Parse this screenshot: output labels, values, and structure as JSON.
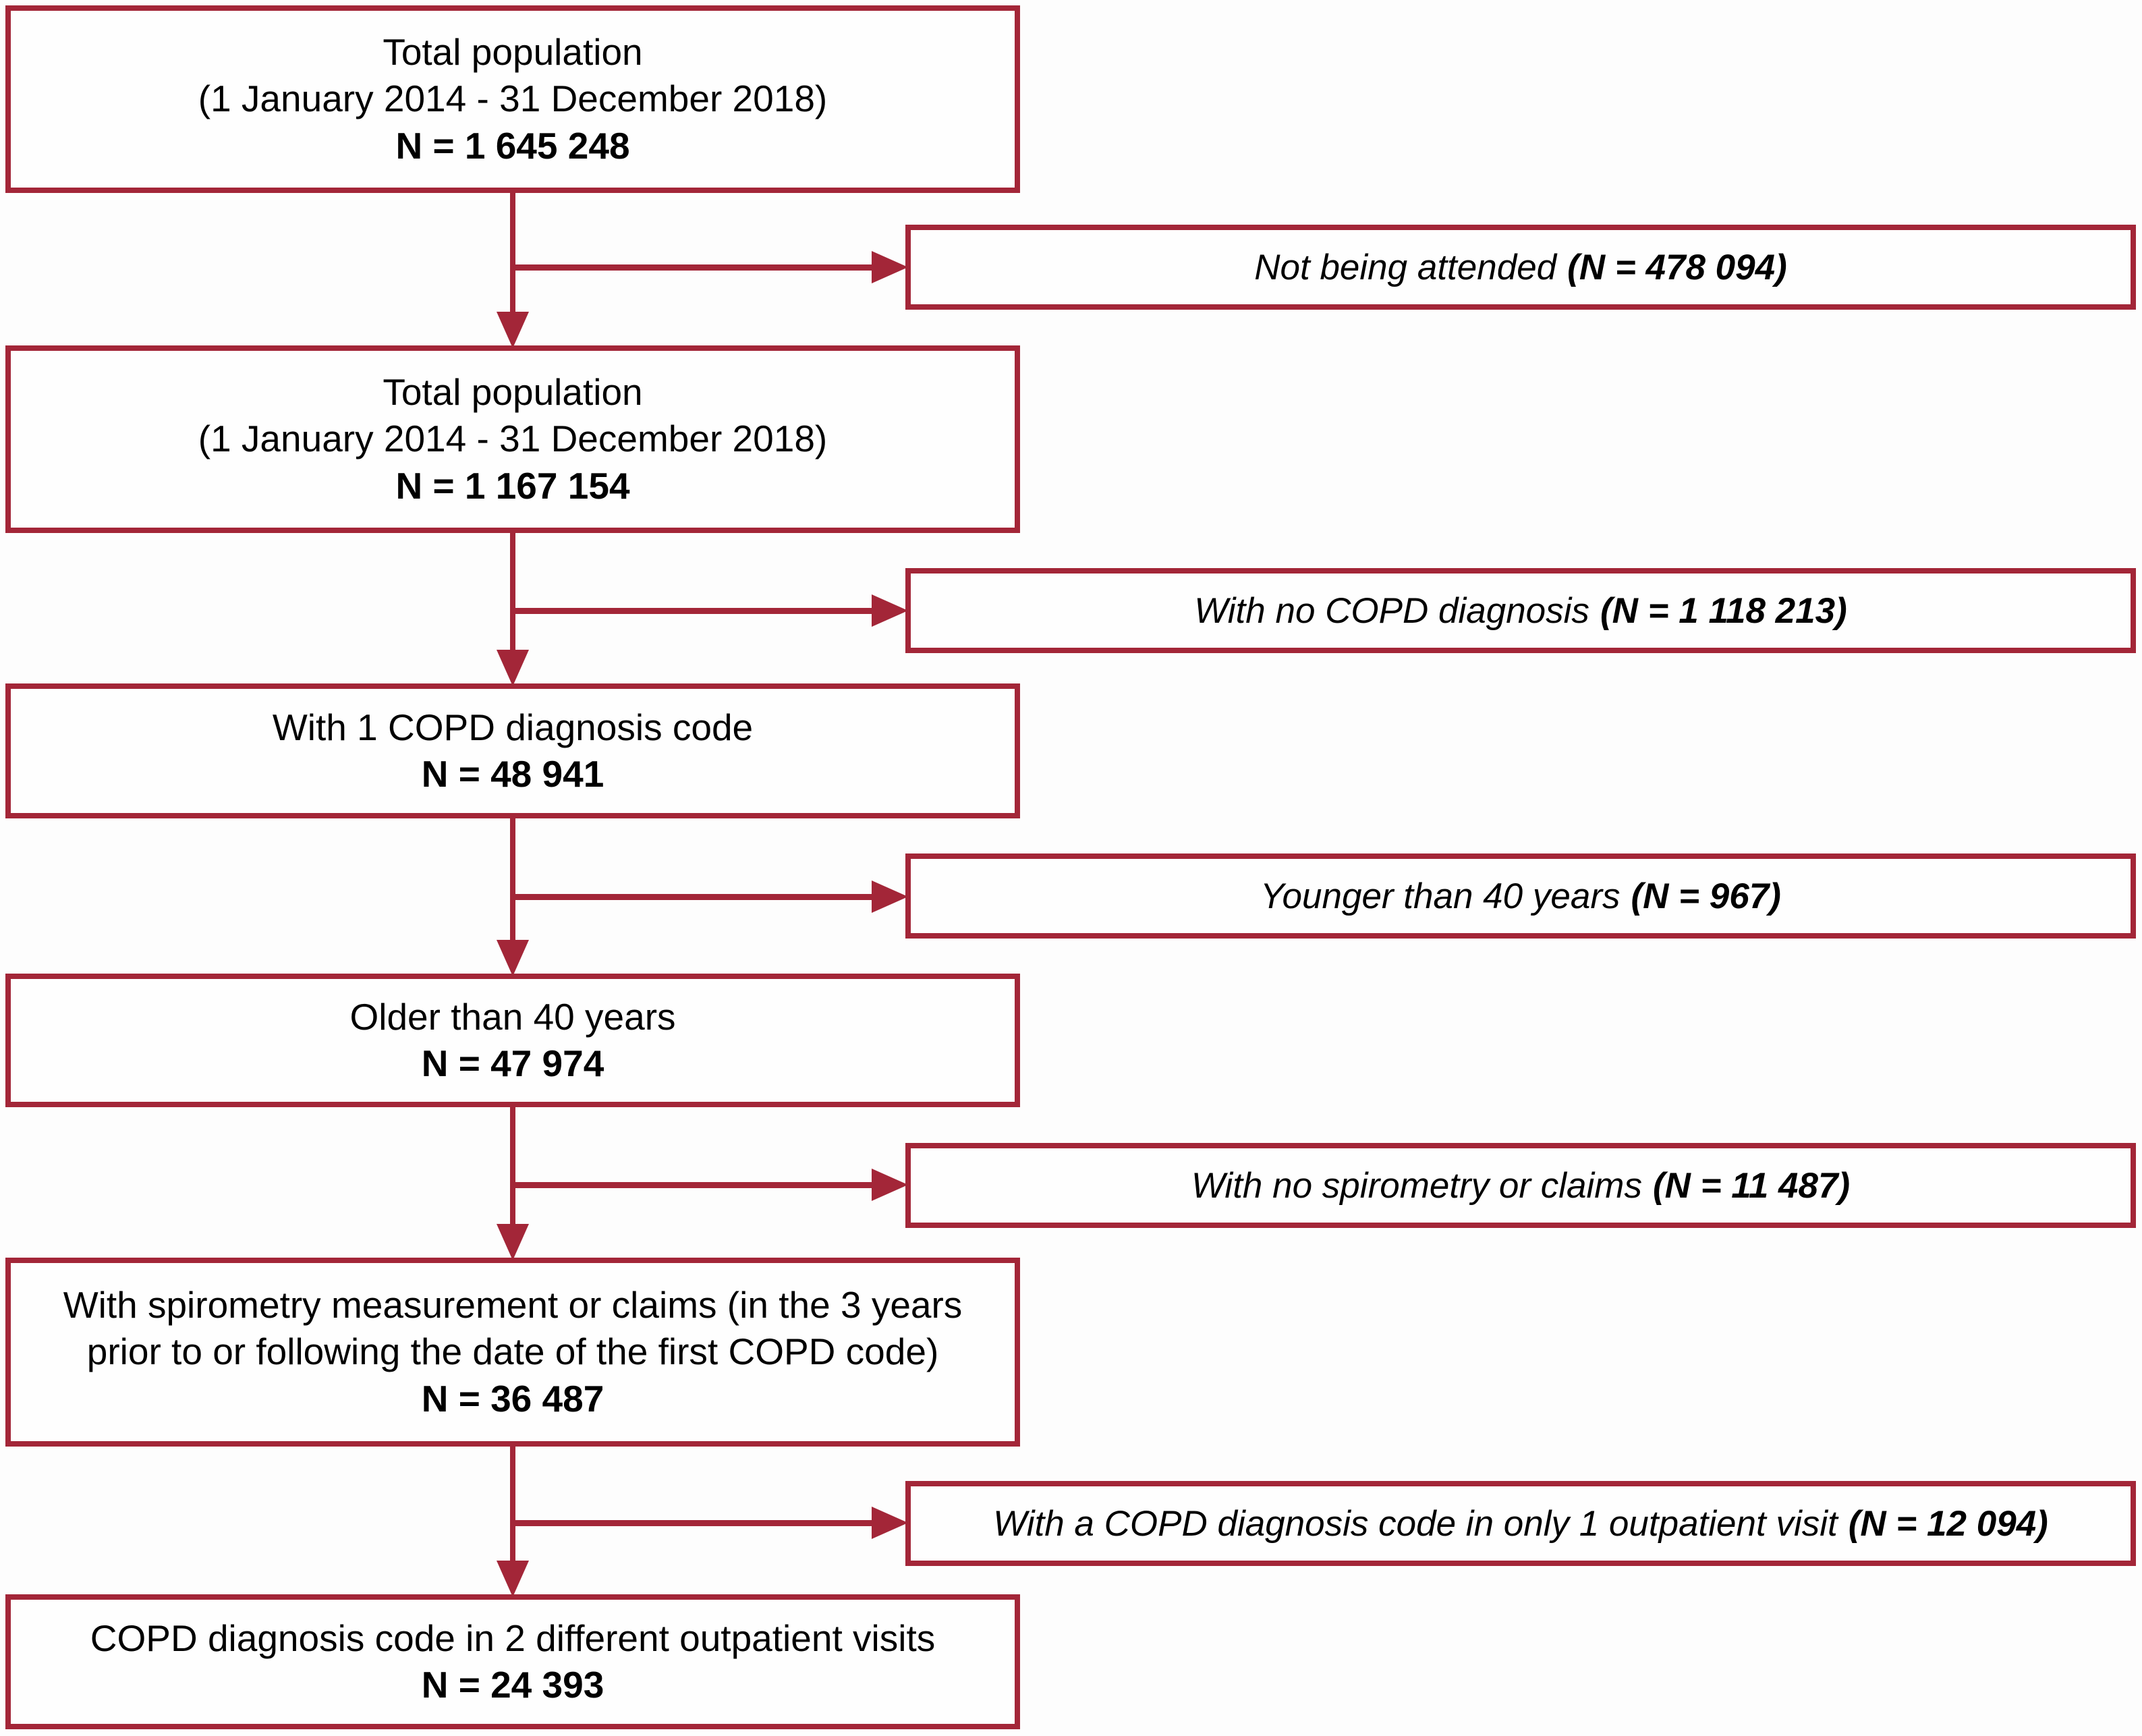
{
  "diagram": {
    "accent_color": "#A32638",
    "background_color": "#FDFDFD",
    "steps": [
      {
        "lines": [
          "Total population",
          "(1 January 2014 - 31 December 2018)"
        ],
        "n_label": "N = 1 645 248"
      },
      {
        "lines": [
          "Total population",
          "(1 January 2014 - 31 December 2018)"
        ],
        "n_label": "N = 1 167 154"
      },
      {
        "lines": [
          "With 1 COPD diagnosis code"
        ],
        "n_label": "N = 48 941"
      },
      {
        "lines": [
          "Older than 40 years"
        ],
        "n_label": "N = 47 974"
      },
      {
        "lines": [
          "With spirometry measurement or claims (in the 3 years",
          "prior to or following the date of the first COPD code)"
        ],
        "n_label": "N = 36 487"
      },
      {
        "lines": [
          "COPD diagnosis code in 2 different outpatient visits"
        ],
        "n_label": "N = 24 393"
      }
    ],
    "exclusions": [
      {
        "label": "Not being attended",
        "n_label": "(N = 478 094)"
      },
      {
        "label": "With no COPD diagnosis",
        "n_label": "(N = 1 118 213)"
      },
      {
        "label": "Younger than 40 years",
        "n_label": "(N = 967)"
      },
      {
        "label": "With no spirometry or claims",
        "n_label": "(N = 11 487)"
      },
      {
        "label": "With a COPD diagnosis code in only 1 outpatient visit",
        "n_label": "(N = 12 094)"
      }
    ]
  }
}
